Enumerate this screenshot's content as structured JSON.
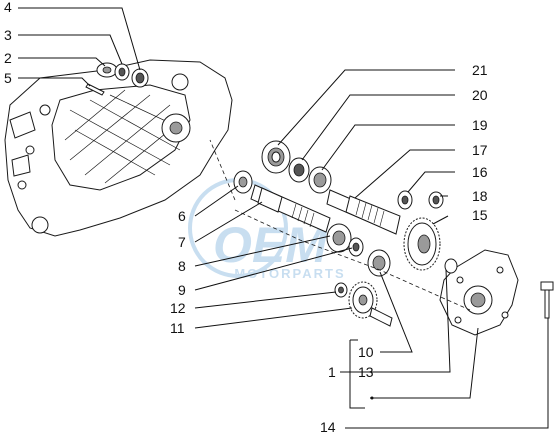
{
  "watermark": {
    "brand": "OEM",
    "subtitle": "MOTORPARTS",
    "color": "#9cc4e4"
  },
  "callouts": [
    {
      "id": "c4",
      "label": "4"
    },
    {
      "id": "c3",
      "label": "3"
    },
    {
      "id": "c2",
      "label": "2"
    },
    {
      "id": "c5",
      "label": "5"
    },
    {
      "id": "c21",
      "label": "21"
    },
    {
      "id": "c20",
      "label": "20"
    },
    {
      "id": "c19",
      "label": "19"
    },
    {
      "id": "c17",
      "label": "17"
    },
    {
      "id": "c16",
      "label": "16"
    },
    {
      "id": "c18",
      "label": "18"
    },
    {
      "id": "c15",
      "label": "15"
    },
    {
      "id": "c6",
      "label": "6"
    },
    {
      "id": "c7",
      "label": "7"
    },
    {
      "id": "c8",
      "label": "8"
    },
    {
      "id": "c9",
      "label": "9"
    },
    {
      "id": "c12",
      "label": "12"
    },
    {
      "id": "c11",
      "label": "11"
    },
    {
      "id": "c10",
      "label": "10"
    },
    {
      "id": "c1",
      "label": "1"
    },
    {
      "id": "c13",
      "label": "13"
    },
    {
      "id": "c14",
      "label": "14"
    }
  ],
  "colors": {
    "line": "#111111",
    "background": "#ffffff"
  }
}
